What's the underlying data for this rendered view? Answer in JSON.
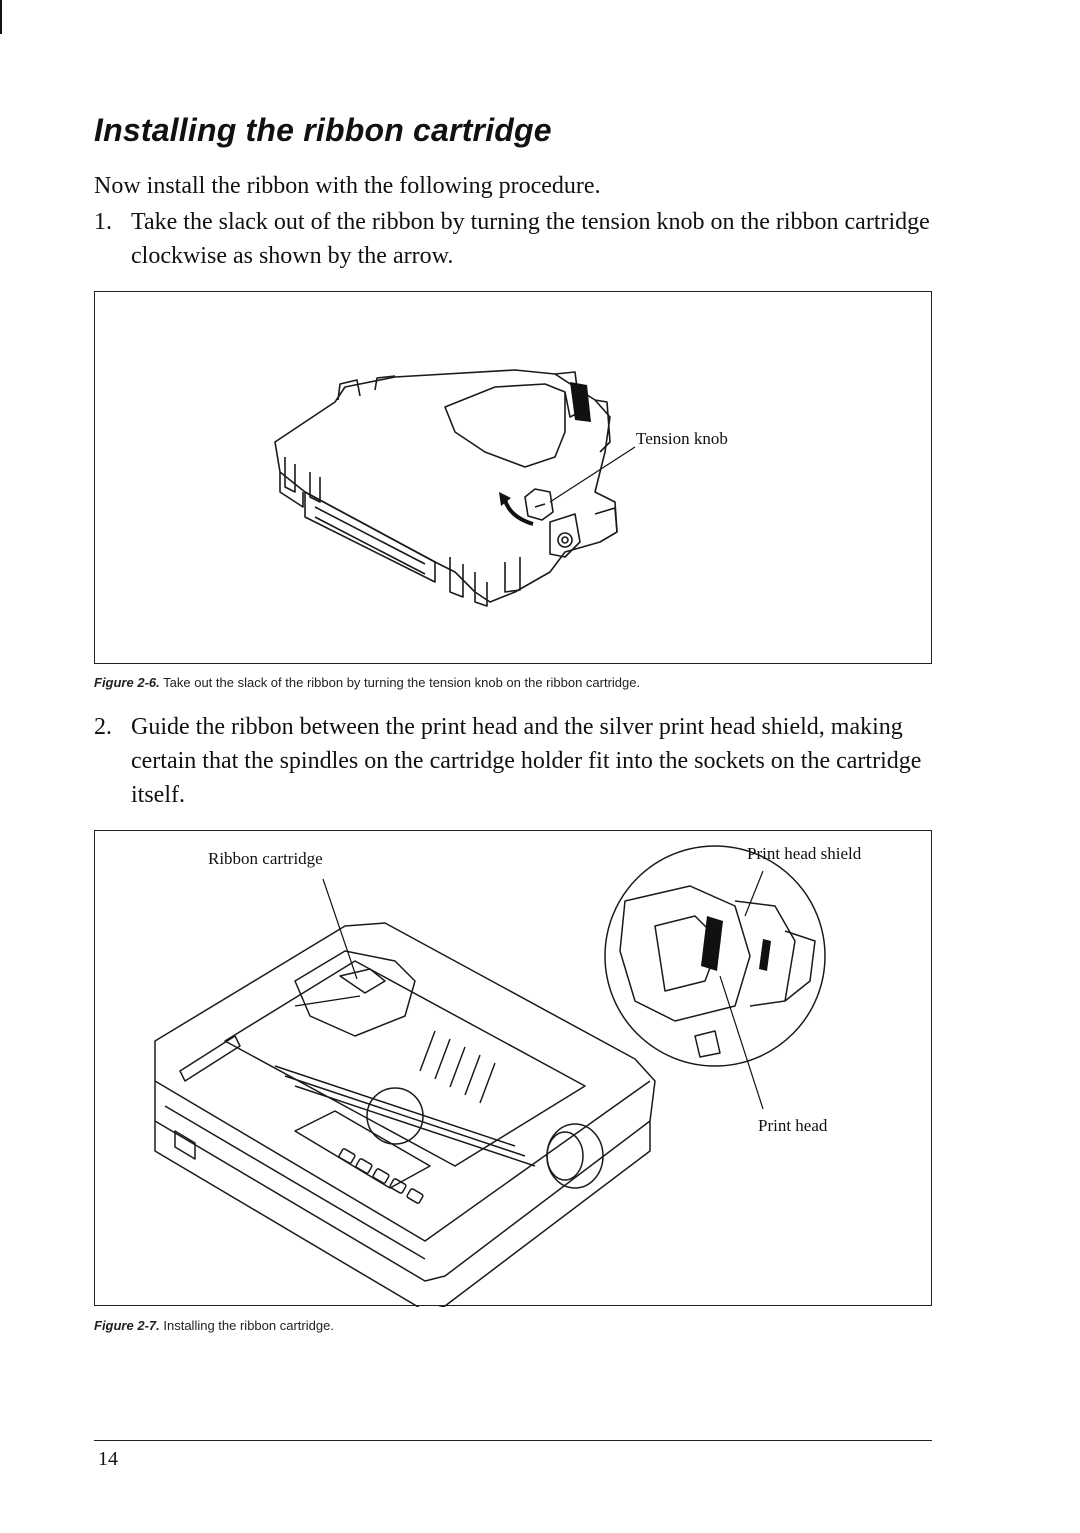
{
  "section": {
    "heading": "Installing the ribbon cartridge",
    "intro": "Now install the ribbon with the following procedure."
  },
  "steps": [
    {
      "number": "1.",
      "text": "Take the slack out of the ribbon by turning the tension knob on the ribbon cartridge clockwise as shown by the arrow."
    },
    {
      "number": "2.",
      "text": "Guide the ribbon between the print head and the silver print head shield, making certain that the spindles on the cartridge holder fit into the sockets on the cartridge itself."
    }
  ],
  "figures": [
    {
      "label": "Figure 2-6.",
      "caption": "Take out the slack of the ribbon by turning the tension knob on the ribbon cartridge.",
      "callouts": {
        "tension_knob": "Tension knob"
      }
    },
    {
      "label": "Figure 2-7.",
      "caption": "Installing the ribbon cartridge.",
      "callouts": {
        "ribbon_cartridge": "Ribbon cartridge",
        "print_head_shield": "Print head shield",
        "print_head": "Print head"
      }
    }
  ],
  "page_number": "14"
}
